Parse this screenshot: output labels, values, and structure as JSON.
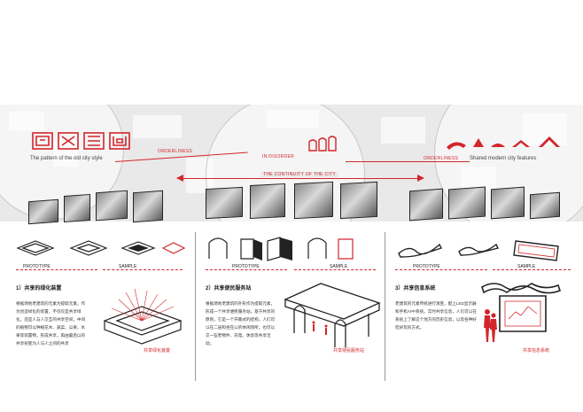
{
  "header": {
    "left_caption": "The pattern of the old city style",
    "right_caption": "Shared modern city features",
    "orderliness_left": "ORDERLINESS",
    "in_disorder": "IN DISORDER",
    "orderliness_right": "ORDERLINESS",
    "continuity": "THE CONTINUITY OF THE CITY"
  },
  "sections": [
    {
      "prototype_label": "PROTOTYPE",
      "sample_label": "SAMPLE",
      "heading": "1）共享的绿化装置",
      "description": "根据场地老建筑的元素为提取元素，作为创造绿化的装置，不仅仅是共享绿化，还是人与人交互的共享空间，中间的植物可以种植花木、蔬菜、瓜果，水果等装置物，形成共享，再由最后以的共享树变为人与人之间的共享",
      "caption": "共享绿化装置"
    },
    {
      "prototype_label": "PROTOTYPE",
      "sample_label": "SAMPLE",
      "heading": "2）共享便民服务站",
      "description": "根据场地老建筑的外形作为提取元素，形成一个共享便民服务站，基于共享的原则，它是一个开敞式的结构，人们可以在二层和坐在公的休闲场所，也可以交一些老物件、充电、休息等共享活动。",
      "caption": "共享便民服务站"
    },
    {
      "prototype_label": "PROTOTYPE",
      "sample_label": "SAMPLE",
      "heading": "3）共享信息系统",
      "description": "老建筑的元素传统进行演变，配上LED显示器和手机APP系统，实时共享信息，人们可以在系统上了解这个地方的历史信息，以及各种好吃好玩的方式。",
      "caption": "共享信息系统"
    }
  ],
  "colors": {
    "accent": "#d2262b",
    "band": "#e9e9e9",
    "ink": "#222222"
  }
}
